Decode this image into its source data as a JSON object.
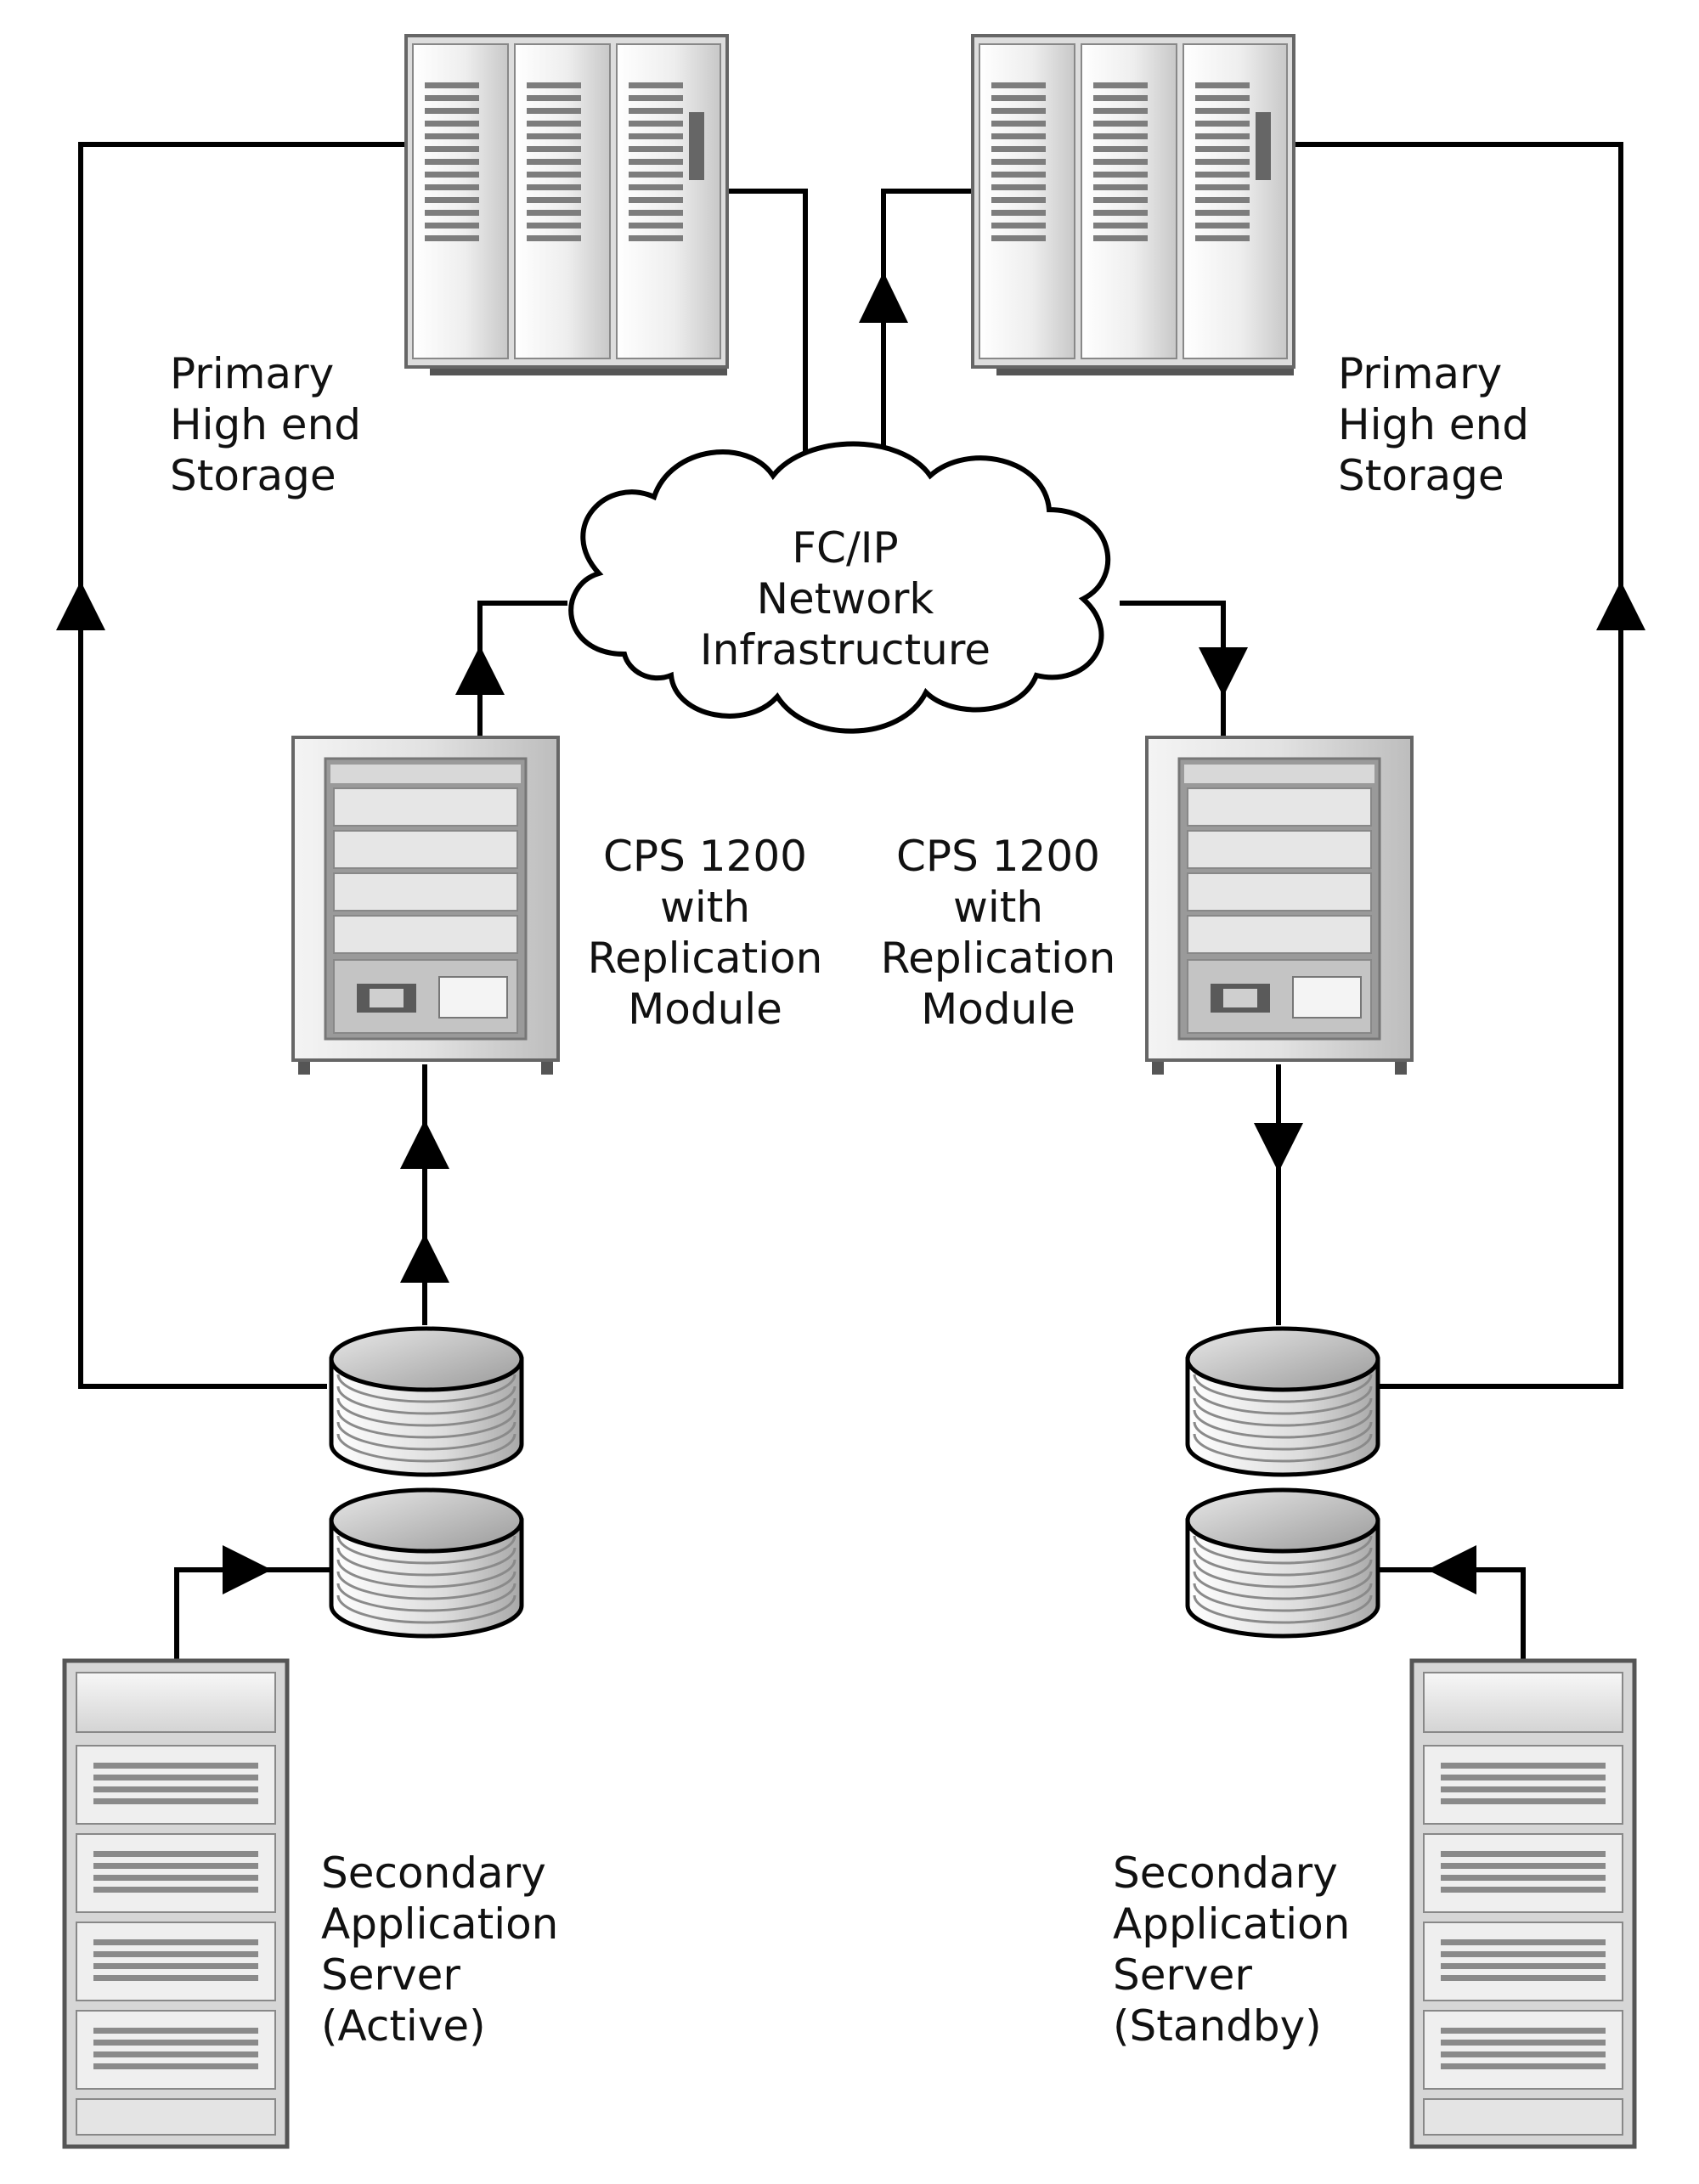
{
  "labels": {
    "storage_left": "Primary\nHigh end\nStorage",
    "storage_right": "Primary\nHigh end\nStorage",
    "network": "FC/IP\nNetwork\nInfrastructure",
    "cps_left": "CPS 1200\nwith\nReplication\nModule",
    "cps_right": "CPS 1200\nwith\nReplication\nModule",
    "server_left": "Secondary\nApplication\nServer\n(Active)",
    "server_right": "Secondary\nApplication\nServer\n(Standby)"
  },
  "icons": {
    "storage": "storage-cabinet-icon",
    "cloud": "network-cloud-icon",
    "appliance": "cps-appliance-icon",
    "disk": "disk-stack-icon",
    "server": "rack-server-icon"
  },
  "colors": {
    "line": "#000000",
    "metal_light": "#f2f2f2",
    "metal_mid": "#cfcfcf",
    "metal_dark": "#7a7a7a"
  }
}
